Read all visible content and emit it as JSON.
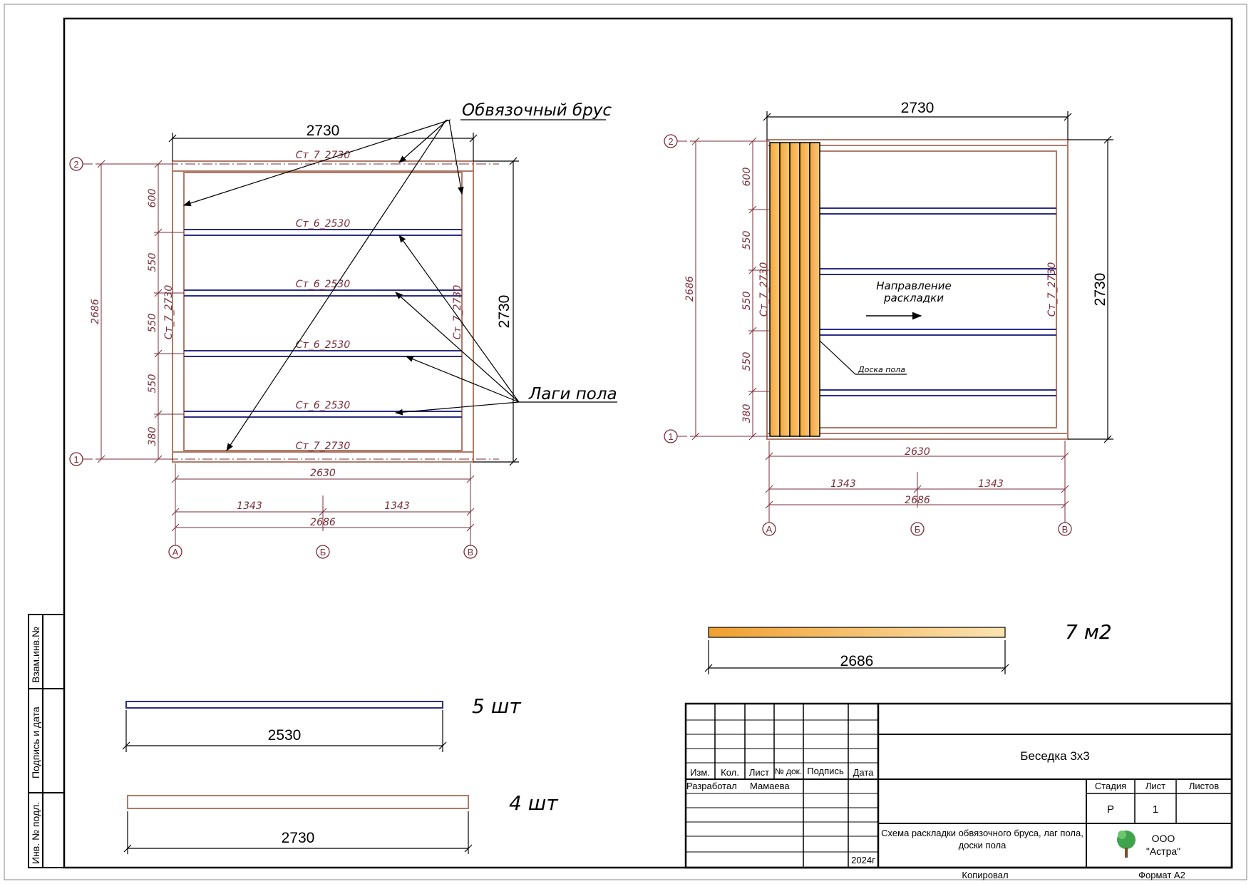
{
  "colors": {
    "frame": "#000000",
    "dim": "#7a2e3a",
    "beam": "#b07a68",
    "joist": "#2b2e86",
    "plank_dark": "#f0a030",
    "plank_light": "#fbe3b0"
  },
  "left_plan": {
    "top_width": "2730",
    "beam_top": "Ст_7_2730",
    "beam_bottom": "Ст_7_2730",
    "beam_left": "Ст_7_2730",
    "beam_right": "Ст_7_2730",
    "joists": [
      "Ст_6_2530",
      "Ст_6_2530",
      "Ст_6_2530",
      "Ст_6_2530"
    ],
    "left_spacings": [
      "600",
      "550",
      "550",
      "550",
      "380"
    ],
    "left_total": "2686",
    "right_total": "2730",
    "inner_width": "2630",
    "half_left": "1343",
    "half_right": "1343",
    "overall": "2686",
    "axis_top": "2",
    "axis_bottom": "1",
    "axes_x": [
      "А",
      "Б",
      "В"
    ],
    "callout_beam": "Обвязочный брус",
    "callout_joists": "Лаги пола"
  },
  "right_plan": {
    "top_width": "2730",
    "beam_left": "Ст_7_2730",
    "beam_right": "Ст_7_2730",
    "left_spacings": [
      "600",
      "550",
      "550",
      "550",
      "380"
    ],
    "left_total": "2686",
    "right_total": "2730",
    "inner_width": "2630",
    "half_left": "1343",
    "half_right": "1343",
    "overall": "2686",
    "axis_top": "2",
    "axis_bottom": "1",
    "axes_x": [
      "А",
      "Б",
      "В"
    ],
    "direction_line1": "Направление",
    "direction_line2": "раскладки",
    "plank_label": "Доска пола"
  },
  "legend": {
    "plank_length": "2686",
    "plank_qty": "7 м2",
    "joist_length": "2530",
    "joist_qty": "5 шт",
    "beam_length": "2730",
    "beam_qty": "4 шт"
  },
  "side_stamp": {
    "field1": "Взам.инв.№",
    "field2": "Подпись и дата",
    "field3": "Инв. № подл."
  },
  "title_block": {
    "col_izm": "Изм.",
    "col_kol": "Кол.",
    "col_list": "Лист",
    "col_doc": "№ док.",
    "col_sign": "Подпись",
    "col_date": "Дата",
    "developed": "Разработал",
    "developer": "Мамаева",
    "year": "2024г",
    "project": "Беседка 3х3",
    "sheet_title": "Схема раскладки обвязочного бруса, лаг пола, доски пола",
    "stage_label": "Стадия",
    "sheet_label": "Лист",
    "sheets_label": "Листов",
    "stage": "Р",
    "sheet_no": "1",
    "org_line1": "ООО",
    "org_line2": "\"Астра\"",
    "copied": "Копировал",
    "format": "Формат А2"
  }
}
